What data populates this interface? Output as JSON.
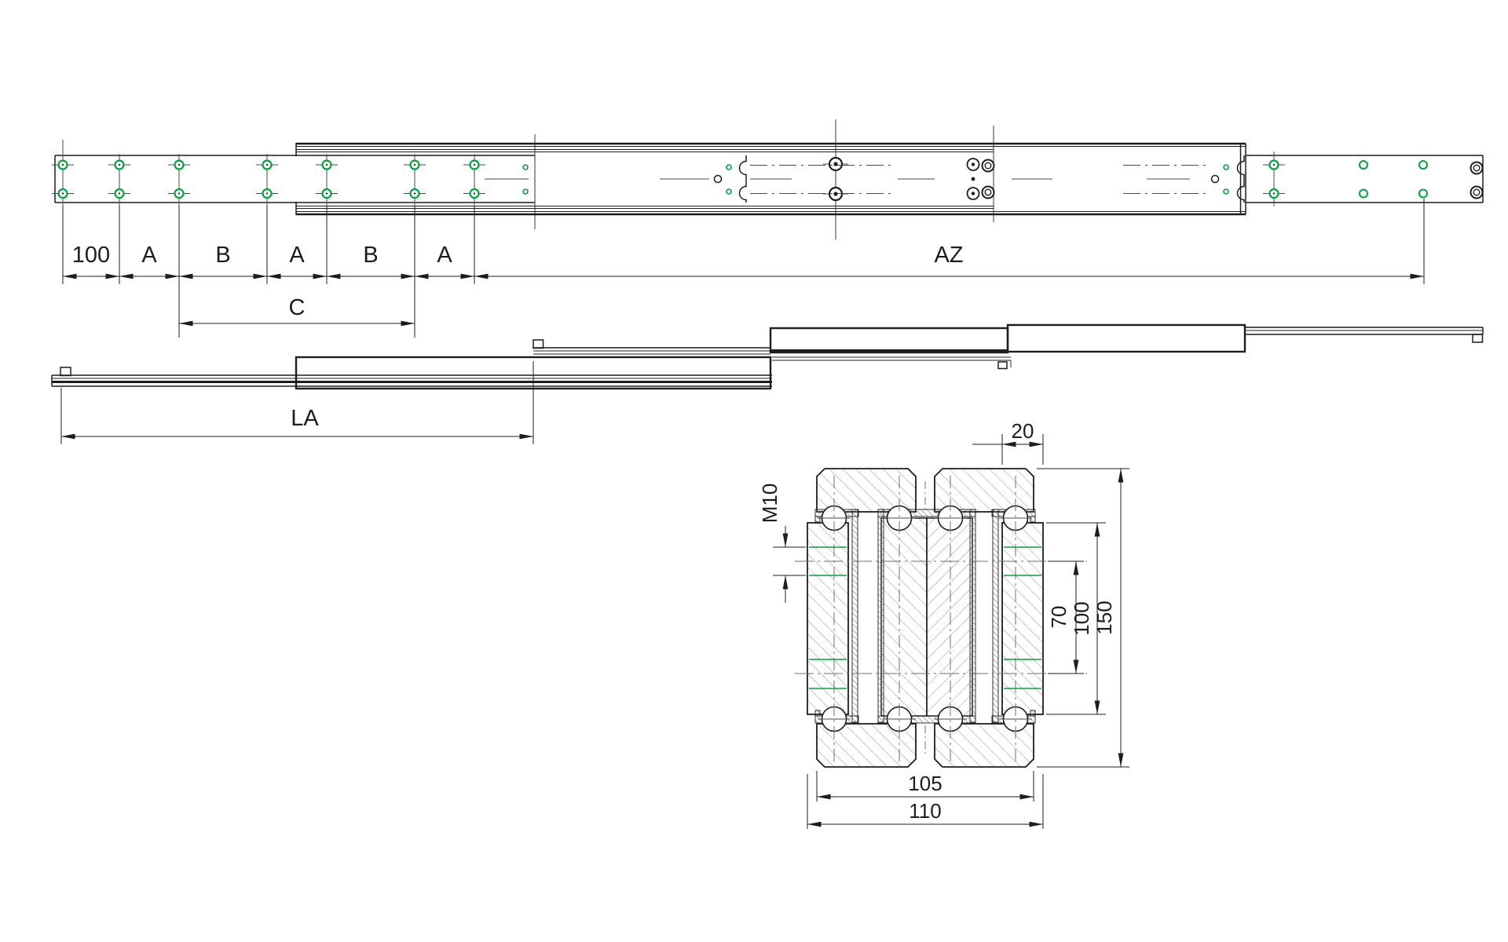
{
  "colors": {
    "line": "#1d1d1b",
    "accent_green": "#00a43b",
    "centerline_gray": "#6f6f6f",
    "hatch_gray": "#9a9a9a",
    "background": "#ffffff"
  },
  "top_view_dims": {
    "segments": [
      "100",
      "A",
      "B",
      "A",
      "B",
      "A"
    ],
    "overall": "AZ",
    "hole_span": "C"
  },
  "side_view_dims": {
    "closed_length": "LA"
  },
  "cross_section_dims": {
    "flange_width": "20",
    "thread": "M10",
    "hole_spacing": "70",
    "inner_height": "100",
    "overall_height": "150",
    "hole_width": "105",
    "overall_width": "110"
  }
}
